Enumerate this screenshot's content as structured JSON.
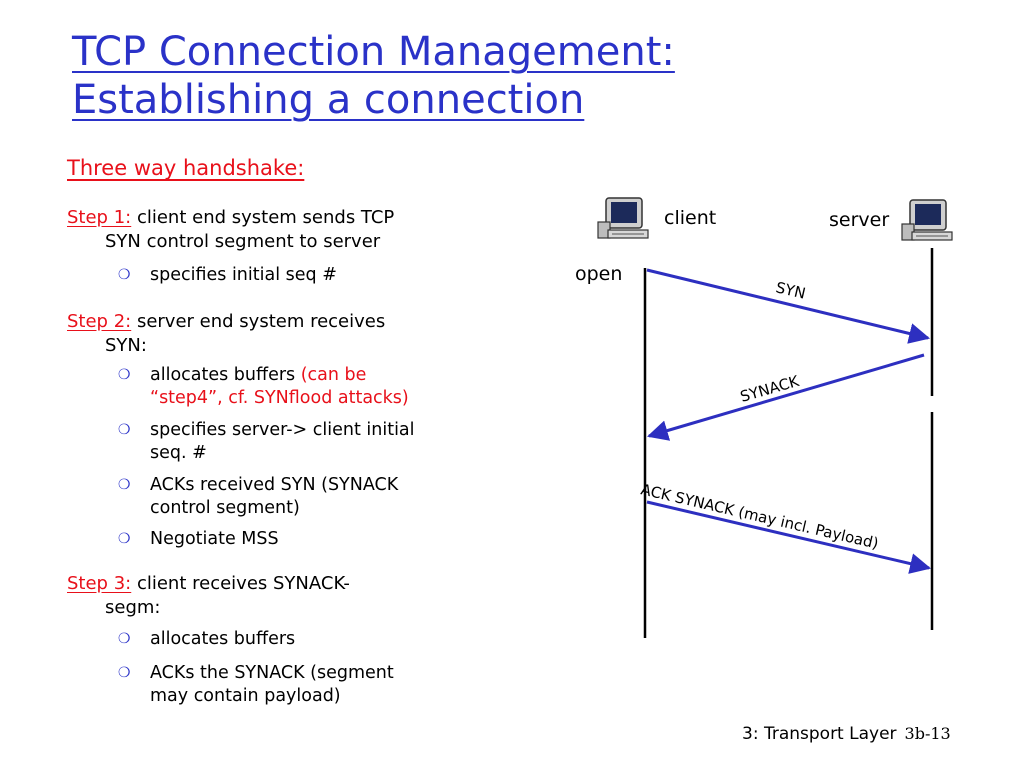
{
  "slide": {
    "title_line1": "TCP Connection Management:",
    "title_line2": "Establishing a connection",
    "section_heading": "Three way handshake:"
  },
  "steps": [
    {
      "label": "Step 1:",
      "text_line1": " client end system sends TCP",
      "text_line2": "SYN control segment to server",
      "bullets": [
        {
          "text": "specifies initial seq #",
          "note": ""
        }
      ]
    },
    {
      "label": "Step 2:",
      "text_line1": " server end system receives",
      "text_line2": "SYN:",
      "bullets": [
        {
          "text": "allocates buffers ",
          "note_line1": "(can be",
          "note_line2": "“step4”, cf. SYNflood attacks)"
        },
        {
          "text_line1": "specifies server-> client initial",
          "text_line2": "seq. #"
        },
        {
          "text_line1": "ACKs received SYN (SYNACK",
          "text_line2": "control segment)"
        },
        {
          "text": "Negotiate MSS"
        }
      ]
    },
    {
      "label": "Step 3:",
      "text_line1": " client receives SYNACK-",
      "text_line2": "segm:",
      "bullets": [
        {
          "text": "allocates buffers"
        },
        {
          "text_line1": "ACKs the SYNACK (segment",
          "text_line2": "may contain payload)"
        }
      ]
    }
  ],
  "diagram": {
    "client_label": "client",
    "server_label": "server",
    "open_label": "open",
    "messages": [
      {
        "label": "SYN"
      },
      {
        "label": "SYNACK"
      },
      {
        "label": "ACK SYNACK (may incl. Payload)"
      }
    ],
    "arrow_color": "#2d2fc0"
  },
  "footer": {
    "chapter": "3: Transport Layer",
    "page": "3b-13"
  }
}
